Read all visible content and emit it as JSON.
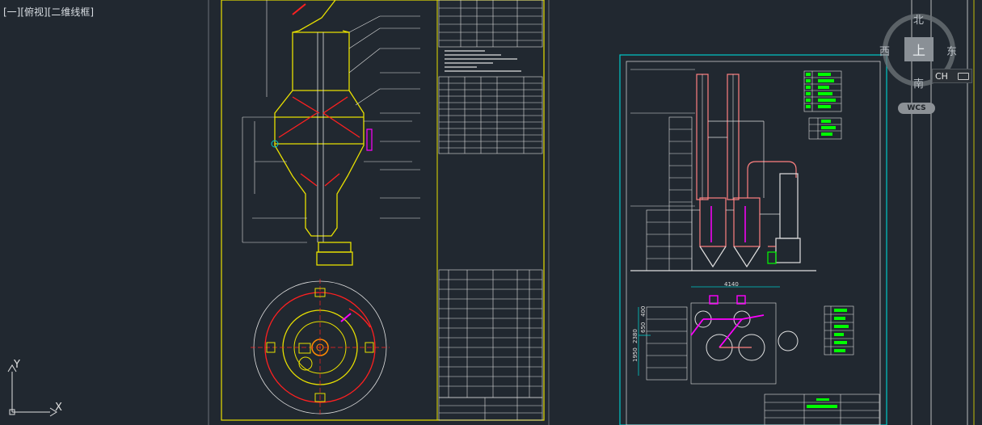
{
  "viewport": {
    "label": "[一][俯视][二维线框]"
  },
  "viewcube": {
    "north": "北",
    "south": "南",
    "east": "东",
    "west": "西",
    "top": "上",
    "coord_system": "WCS"
  },
  "ucs": {
    "x_axis": "X",
    "y_axis": "Y"
  },
  "ime": {
    "label": "CH"
  },
  "drawing": {
    "dimension_4140": "4140",
    "dimension_1950": "1950",
    "dimension_2380": "2380",
    "dimension_650": "650",
    "dimension_400": "400"
  },
  "colors": {
    "background": "#212830",
    "frame_yellow": "#e8e000",
    "frame_cyan": "#00c8c8",
    "accent_magenta": "#ff00ff",
    "accent_red": "#ff2020",
    "accent_green": "#00ff00",
    "line_white": "#e0e0e0"
  }
}
